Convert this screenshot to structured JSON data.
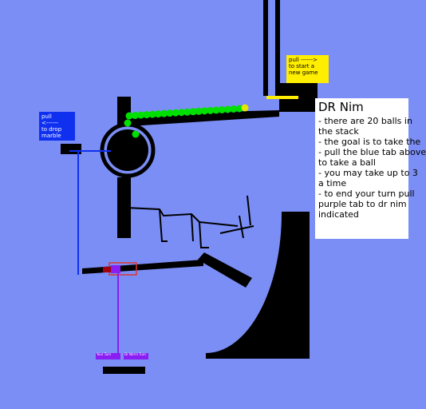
{
  "game": {
    "start_tab": {
      "text": "pull ------>\nto start a\nnew game",
      "color": "#ffee00"
    },
    "drop_tab": {
      "text": "pull\n<------\nto drop\nmarble",
      "color": "#1030f0"
    },
    "info": {
      "title": "DR Nim",
      "lines": [
        "- there are 20 balls in",
        "  the stack",
        "- the goal is to take the",
        "- pull the blue tab above",
        "  to take a ball",
        "- you may take up to 3",
        "  a time",
        "- to end your turn pull",
        "  purple tab to dr nim",
        "  indicated"
      ]
    },
    "turn_tabs": [
      "Your Turn",
      "Dr Nim's Turn"
    ],
    "colors": {
      "background": "#7b8ef5",
      "track": "#000000",
      "marble": "#00e000",
      "turn_tab": "#8a1df2",
      "active_marble": "#e6e600"
    }
  }
}
